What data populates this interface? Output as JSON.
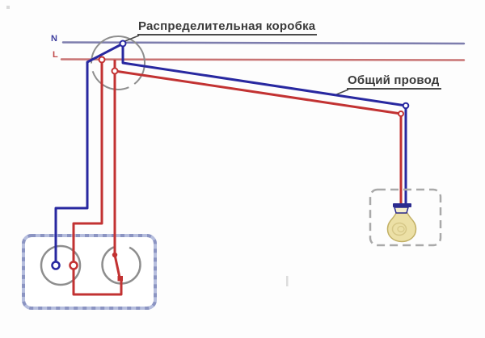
{
  "diagram": {
    "title_label": "Распределительная коробка",
    "common_wire_label": "Общий провод",
    "bus_labels": {
      "neutral": "N",
      "line": "L"
    },
    "colors": {
      "neutral_bus": "#7d7dad",
      "line_bus": "#c87373",
      "neutral_wire": "#2828a0",
      "line_wire": "#c23232",
      "outline_gray": "#8e8e8e",
      "block_border": "#b6bede",
      "block_border_fleck": "#8b94c2",
      "lamp_dash": "#a9a9a9",
      "bulb_glass": "#ece0a6",
      "bulb_cap": "#2b2b8f",
      "label_text": "#3b3b3b",
      "n_label_color": "#3d3d9e",
      "l_label_color": "#c04848",
      "leader_line": "#4a4a4a"
    }
  }
}
